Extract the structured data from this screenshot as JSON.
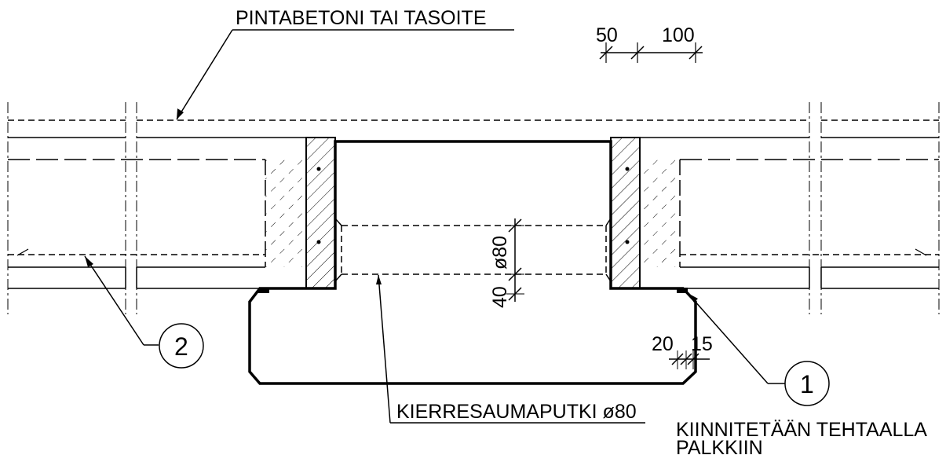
{
  "labels": {
    "top_note": "PINTABETONI TAI TASOITE",
    "pipe_note": "KIERRESAUMAPUTKI ø80",
    "fix_note_line1": "KIINNITETÄÄN TEHTAALLA",
    "fix_note_line2": "PALKKIIN"
  },
  "dimensions": {
    "scale_a": "50",
    "scale_b": "100",
    "pipe_diameter": "ø80",
    "pipe_offset": "40",
    "gap_a": "20",
    "gap_b": "15"
  },
  "callouts": {
    "callout_1": "1",
    "callout_2": "2"
  }
}
